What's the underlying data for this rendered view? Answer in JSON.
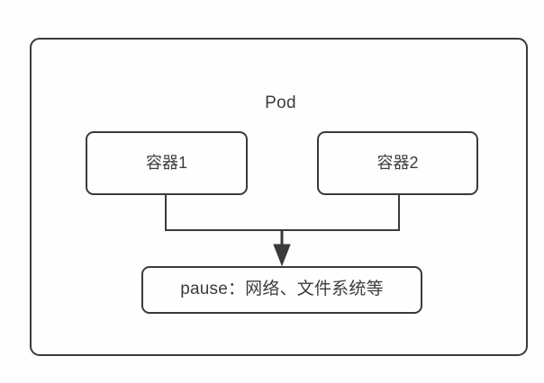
{
  "diagram": {
    "title": "Pod",
    "type": "kubernetes-pod-architecture",
    "colors": {
      "background": "#fefefe",
      "border": "#3a3a3a",
      "text": "#3c3c3c",
      "connector": "#3a3a3a"
    },
    "pod": {
      "label": "Pod"
    },
    "containers": [
      {
        "id": "container1",
        "label": "容器1"
      },
      {
        "id": "container2",
        "label": "容器2"
      }
    ],
    "pause": {
      "label": "pause：网络、文件系统等"
    },
    "connectors": [
      {
        "from": "container1",
        "to": "pause",
        "style": "orthogonal"
      },
      {
        "from": "container2",
        "to": "pause",
        "style": "orthogonal-arrow"
      }
    ]
  }
}
